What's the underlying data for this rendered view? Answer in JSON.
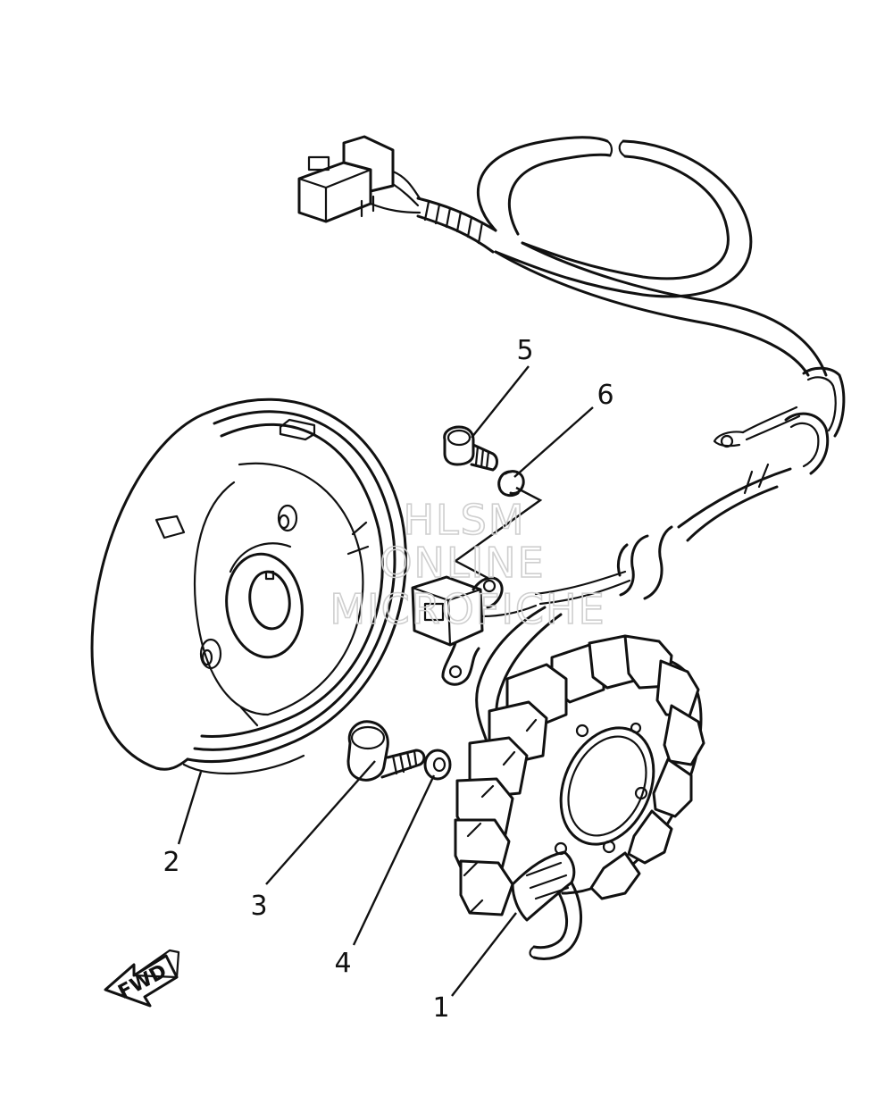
{
  "watermark": {
    "line1": "HLSM",
    "line2": "ONLINE",
    "line3": "MICROFICHE",
    "color": "#cfcfcf"
  },
  "direction_label": "FWD",
  "callouts": [
    {
      "key": "stator",
      "label": "1"
    },
    {
      "key": "rotor",
      "label": "2"
    },
    {
      "key": "rotor-bolt",
      "label": "3"
    },
    {
      "key": "rotor-washer",
      "label": "4"
    },
    {
      "key": "pickup-screw",
      "label": "5"
    },
    {
      "key": "pickup-washer",
      "label": "6"
    }
  ],
  "colors": {
    "ink": "#111111",
    "paper": "#ffffff"
  }
}
